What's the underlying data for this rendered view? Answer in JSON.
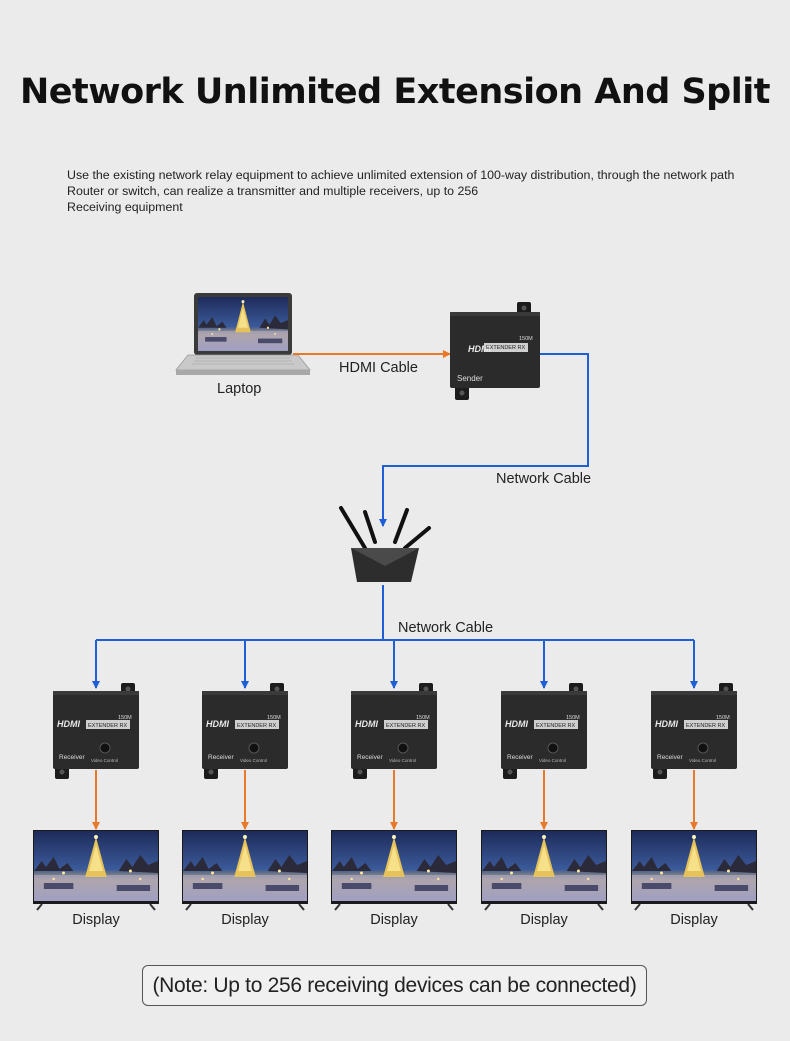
{
  "title": "Network Unlimited Extension And Split",
  "description": [
    "Use the existing network relay equipment to achieve unlimited extension of 100-way distribution, through the network path",
    "Router or switch, can realize a transmitter and multiple receivers, up to 256",
    "Receiving equipment"
  ],
  "laptop": {
    "label": "Laptop",
    "icon": "laptop-icon"
  },
  "sender": {
    "label": "Sender",
    "brand": "HDMI",
    "model_text": "EXTENDER RX",
    "range": "150M"
  },
  "hdmi_cable_label": "HDMI Cable",
  "network_cable_label_1": "Network Cable",
  "router": {
    "icon": "router-icon"
  },
  "network_cable_label_2": "Network Cable",
  "receivers": [
    {
      "label": "Receiver",
      "brand": "HDMI",
      "model_text": "EXTENDER RX",
      "range": "150M",
      "knob_label": "Video Control"
    },
    {
      "label": "Receiver",
      "brand": "HDMI",
      "model_text": "EXTENDER RX",
      "range": "150M",
      "knob_label": "Video Control"
    },
    {
      "label": "Receiver",
      "brand": "HDMI",
      "model_text": "EXTENDER RX",
      "range": "150M",
      "knob_label": "Video Control"
    },
    {
      "label": "Receiver",
      "brand": "HDMI",
      "model_text": "EXTENDER RX",
      "range": "150M",
      "knob_label": "Video Control"
    },
    {
      "label": "Receiver",
      "brand": "HDMI",
      "model_text": "EXTENDER RX",
      "range": "150M",
      "knob_label": "Video Control"
    }
  ],
  "displays": [
    {
      "label": "Display"
    },
    {
      "label": "Display"
    },
    {
      "label": "Display"
    },
    {
      "label": "Display"
    },
    {
      "label": "Display"
    }
  ],
  "note": "(Note: Up to 256 receiving devices can be connected)",
  "colors": {
    "background": "#ebebeb",
    "hdmi_arrow": "#e8782a",
    "network_arrow": "#1f5fd6",
    "device_body": "#2b2b2b"
  }
}
